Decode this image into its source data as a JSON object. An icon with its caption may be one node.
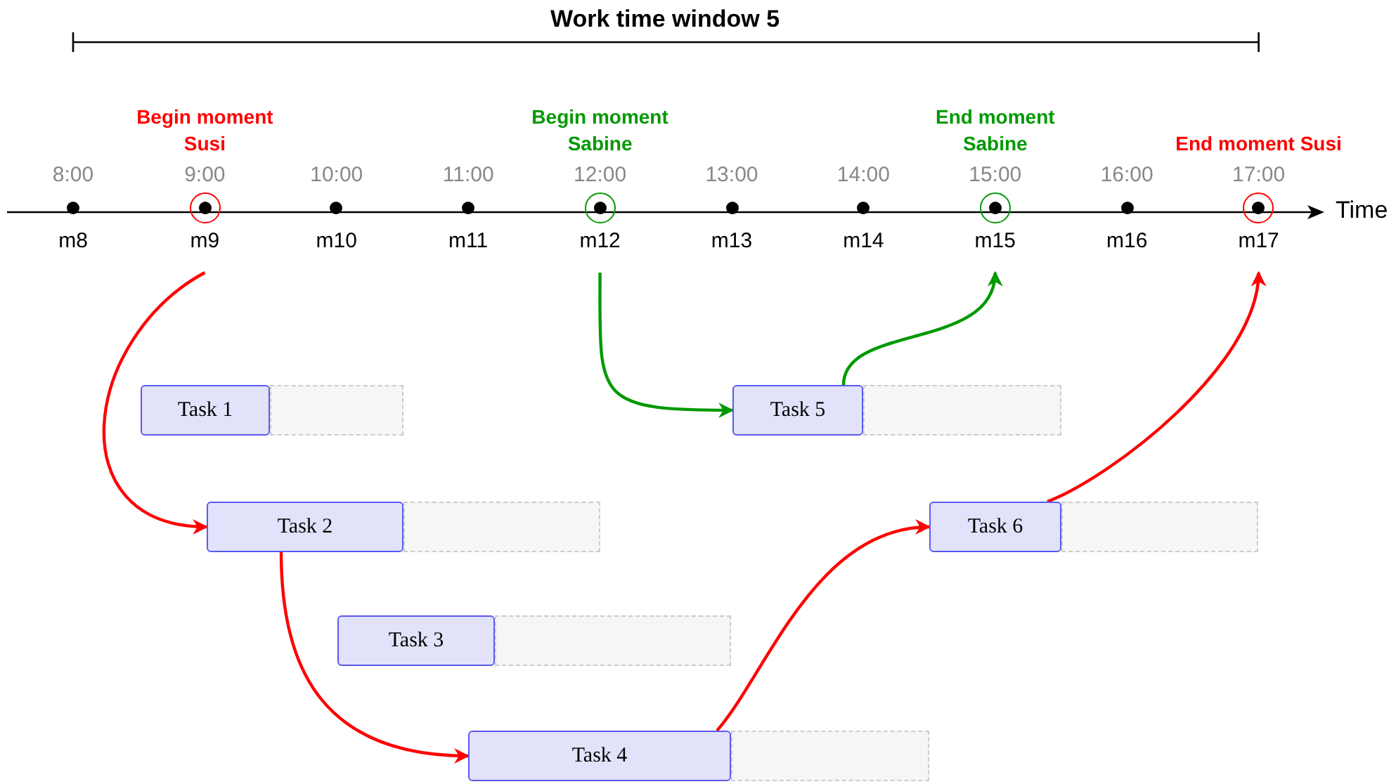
{
  "diagram": {
    "title": "Work time window 5",
    "nodes": [
      {
        "text": [
          "m8"
        ],
        "beside": [
          "8:00"
        ]
      },
      {
        "text": [
          "m9"
        ],
        "beside": [
          "Begin moment Susi",
          "9:00"
        ]
      },
      {
        "text": [
          "m10"
        ],
        "beside": [
          "10:00"
        ]
      },
      {
        "text": [
          "m11"
        ],
        "beside": [
          "11:00"
        ]
      },
      {
        "text": [
          "m12"
        ],
        "beside": [
          "Begin moment Sabine",
          "12:00"
        ]
      },
      {
        "text": [
          "m13"
        ],
        "beside": [
          "13:00"
        ]
      },
      {
        "text": [
          "m14"
        ],
        "beside": [
          "14:00"
        ]
      },
      {
        "text": [
          "m15"
        ],
        "beside": [
          "End moment Sabine",
          "15:00"
        ]
      },
      {
        "text": [
          "m16"
        ],
        "beside": [
          "16:00"
        ]
      },
      {
        "text": [
          "m17"
        ],
        "beside": [
          "End moment Susi",
          "17:00"
        ]
      },
      {
        "text": [
          "Task 1"
        ]
      },
      {
        "text": [
          "Task 2"
        ]
      },
      {
        "text": [
          "Task 3"
        ]
      },
      {
        "text": [
          "Task 4"
        ]
      },
      {
        "text": [
          "Task 5"
        ]
      },
      {
        "text": [
          "Task 6"
        ]
      },
      {
        "text": [],
        "shape": "bar"
      },
      {
        "text": [],
        "shape": "bar"
      },
      {
        "text": [],
        "shape": "bar"
      },
      {
        "text": [],
        "shape": "bar"
      },
      {
        "text": [],
        "shape": "bar"
      },
      {
        "text": [],
        "shape": "bar"
      }
    ],
    "edges": [
      {
        "from": 1,
        "to": 11,
        "arrow": "to"
      },
      {
        "from": 11,
        "to": 13,
        "arrow": "to"
      },
      {
        "from": 13,
        "to": 15,
        "arrow": "to"
      },
      {
        "from": 15,
        "to": 9,
        "arrow": "to"
      },
      {
        "from": 4,
        "to": 14,
        "arrow": "to",
        "color": "#009900"
      },
      {
        "from": 14,
        "to": 7,
        "arrow": "to",
        "color": "#009900"
      }
    ],
    "labels": [
      "Time"
    ]
  }
}
